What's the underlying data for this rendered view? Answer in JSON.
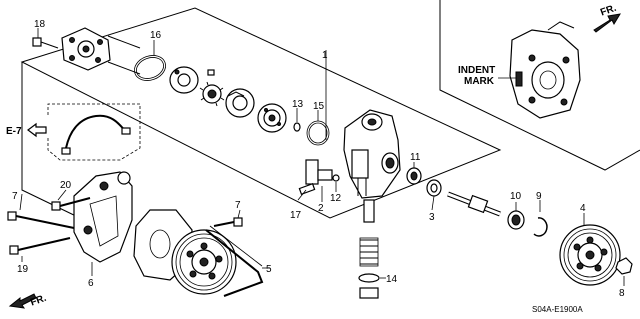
{
  "callouts": {
    "c1": "1",
    "c2": "2",
    "c3": "3",
    "c4": "4",
    "c5": "5",
    "c6": "6",
    "c7a": "7",
    "c7b": "7",
    "c8": "8",
    "c9": "9",
    "c10": "10",
    "c11": "11",
    "c12": "12",
    "c13": "13",
    "c14": "14",
    "c15": "15",
    "c16": "16",
    "c17": "17",
    "c18": "18",
    "c19": "19",
    "c20": "20"
  },
  "refs": {
    "e7": "E-7",
    "fr_top": "FR.",
    "fr_bottom": "FR."
  },
  "inset": {
    "indent_line1": "INDENT",
    "indent_line2": "MARK"
  },
  "diagram_code": "S04A-E1900A"
}
